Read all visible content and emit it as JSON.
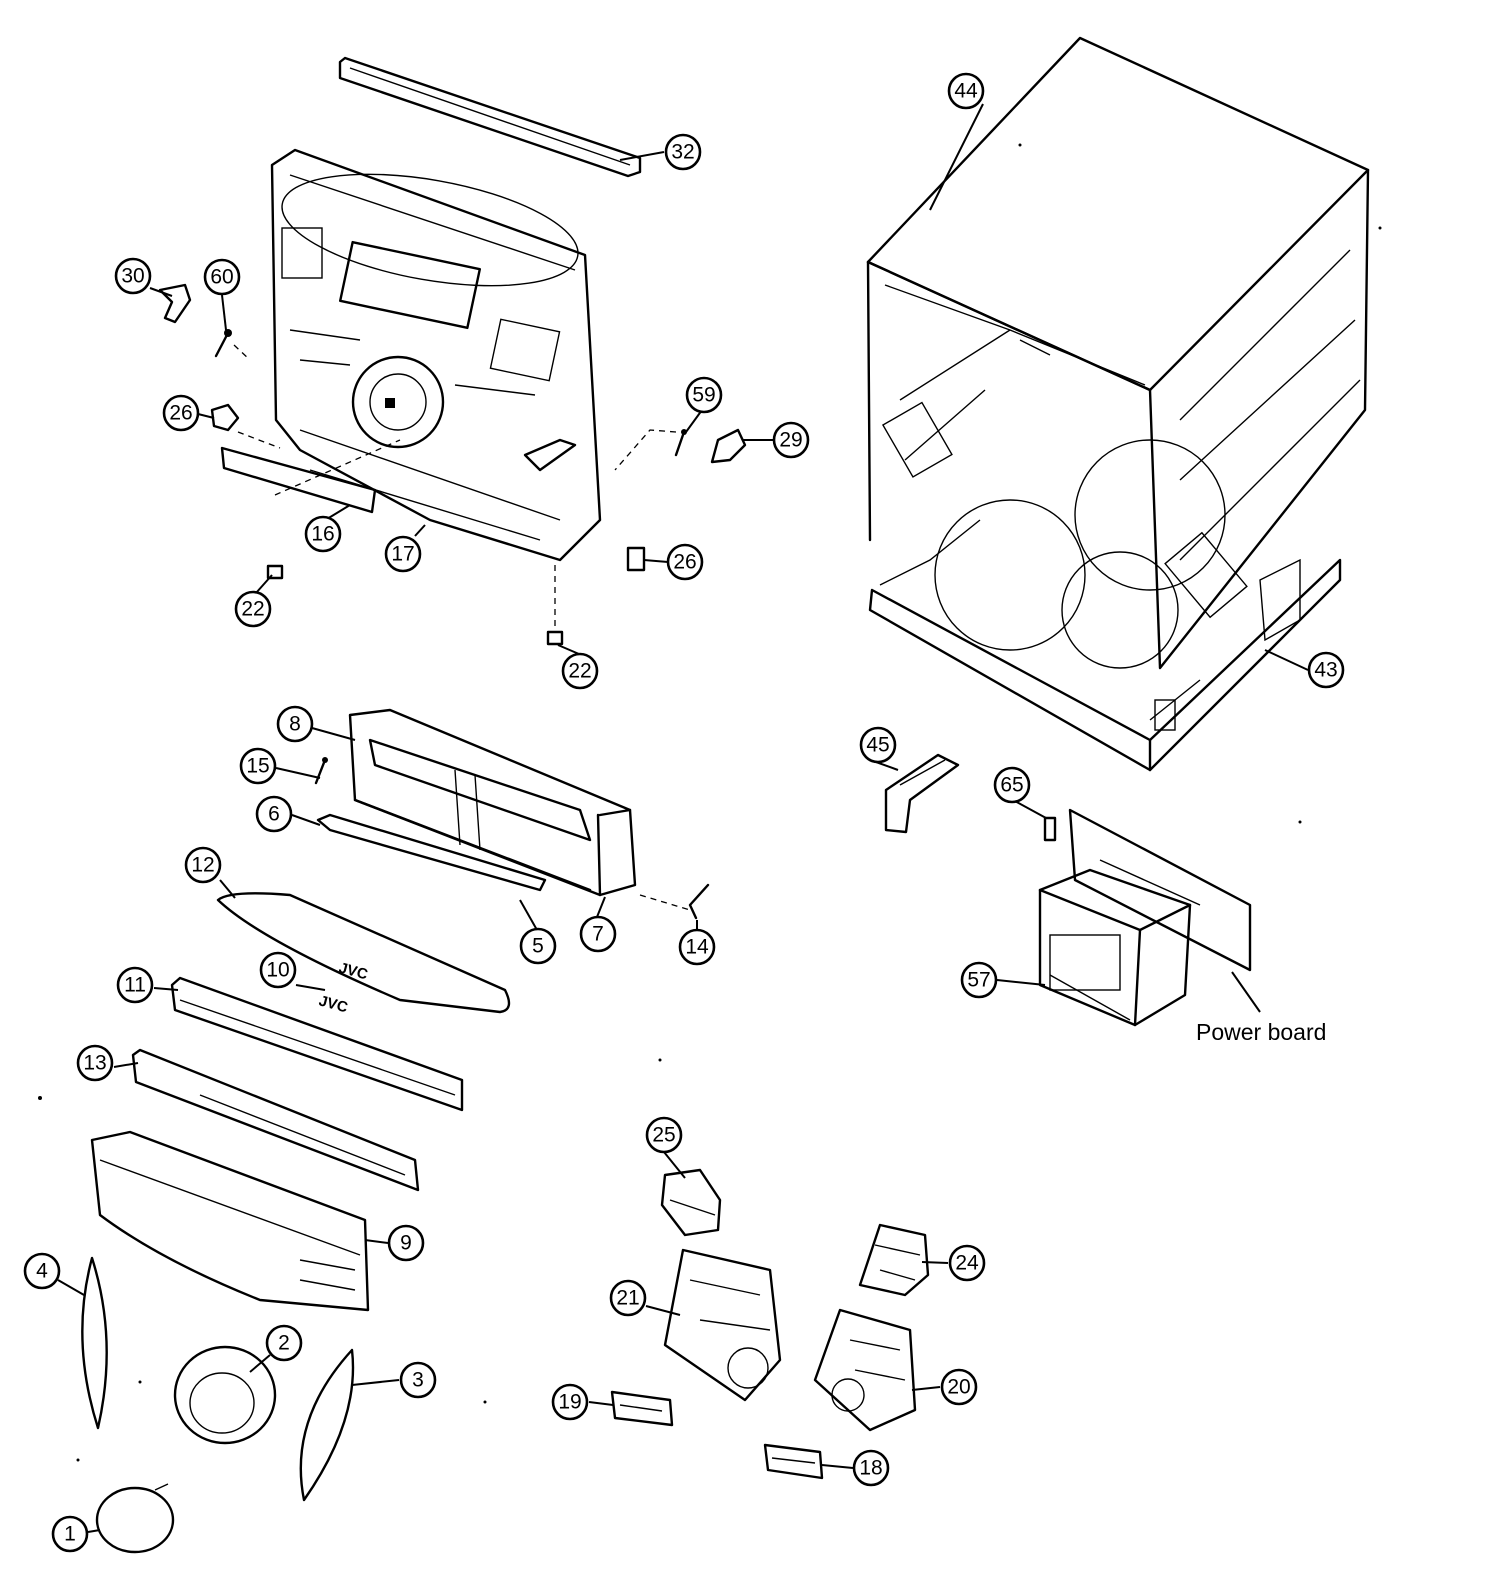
{
  "diagram": {
    "callouts": [
      {
        "id": "44",
        "label": "44"
      },
      {
        "id": "32",
        "label": "32"
      },
      {
        "id": "30",
        "label": "30"
      },
      {
        "id": "60",
        "label": "60"
      },
      {
        "id": "26a",
        "label": "26"
      },
      {
        "id": "59",
        "label": "59"
      },
      {
        "id": "29",
        "label": "29"
      },
      {
        "id": "16",
        "label": "16"
      },
      {
        "id": "17",
        "label": "17"
      },
      {
        "id": "26b",
        "label": "26"
      },
      {
        "id": "22a",
        "label": "22"
      },
      {
        "id": "22b",
        "label": "22"
      },
      {
        "id": "43",
        "label": "43"
      },
      {
        "id": "8",
        "label": "8"
      },
      {
        "id": "15",
        "label": "15"
      },
      {
        "id": "6",
        "label": "6"
      },
      {
        "id": "45",
        "label": "45"
      },
      {
        "id": "65",
        "label": "65"
      },
      {
        "id": "12",
        "label": "12"
      },
      {
        "id": "5",
        "label": "5"
      },
      {
        "id": "7",
        "label": "7"
      },
      {
        "id": "14",
        "label": "14"
      },
      {
        "id": "10",
        "label": "10"
      },
      {
        "id": "11",
        "label": "11"
      },
      {
        "id": "57",
        "label": "57"
      },
      {
        "id": "13",
        "label": "13"
      },
      {
        "id": "25",
        "label": "25"
      },
      {
        "id": "9",
        "label": "9"
      },
      {
        "id": "24",
        "label": "24"
      },
      {
        "id": "4",
        "label": "4"
      },
      {
        "id": "2",
        "label": "2"
      },
      {
        "id": "21",
        "label": "21"
      },
      {
        "id": "3",
        "label": "3"
      },
      {
        "id": "20",
        "label": "20"
      },
      {
        "id": "19",
        "label": "19"
      },
      {
        "id": "18",
        "label": "18"
      },
      {
        "id": "1",
        "label": "1"
      }
    ],
    "power_board_label": "Power board",
    "logo_text": "JVC"
  }
}
